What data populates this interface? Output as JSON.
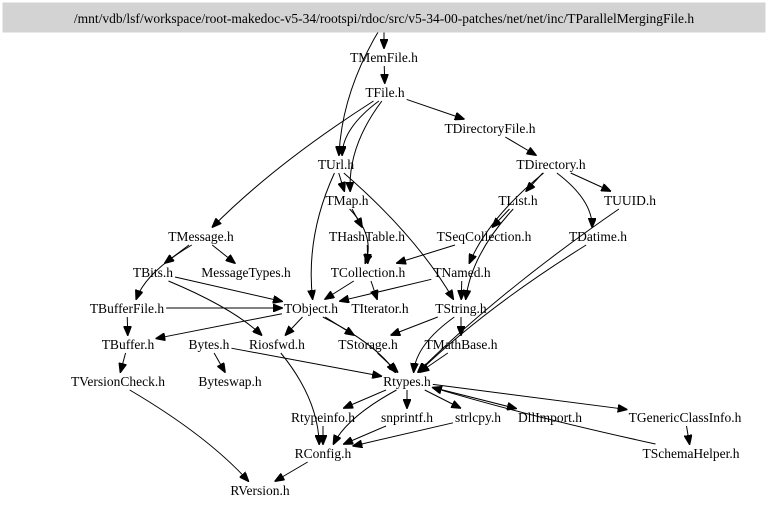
{
  "root": {
    "id": "root",
    "label": "/mnt/vdb/lsf/workspace/root-makedoc-v5-34/rootspi/rdoc/src/v5-34-00-patches/net/net/inc/TParallelMergingFile.h"
  },
  "nodes": [
    {
      "id": "TMemFile",
      "label": "TMemFile.h"
    },
    {
      "id": "TFile",
      "label": "TFile.h"
    },
    {
      "id": "TDirectoryFile",
      "label": "TDirectoryFile.h"
    },
    {
      "id": "TUrl",
      "label": "TUrl.h"
    },
    {
      "id": "TDirectory",
      "label": "TDirectory.h"
    },
    {
      "id": "TMap",
      "label": "TMap.h"
    },
    {
      "id": "TList",
      "label": "TList.h"
    },
    {
      "id": "TUUID",
      "label": "TUUID.h"
    },
    {
      "id": "TMessage",
      "label": "TMessage.h"
    },
    {
      "id": "THashTable",
      "label": "THashTable.h"
    },
    {
      "id": "TSeqCollection",
      "label": "TSeqCollection.h"
    },
    {
      "id": "TDatime",
      "label": "TDatime.h"
    },
    {
      "id": "TBits",
      "label": "TBits.h"
    },
    {
      "id": "MessageTypes",
      "label": "MessageTypes.h"
    },
    {
      "id": "TCollection",
      "label": "TCollection.h"
    },
    {
      "id": "TNamed",
      "label": "TNamed.h"
    },
    {
      "id": "TBufferFile",
      "label": "TBufferFile.h"
    },
    {
      "id": "TObject",
      "label": "TObject.h"
    },
    {
      "id": "TIterator",
      "label": "TIterator.h"
    },
    {
      "id": "TString",
      "label": "TString.h"
    },
    {
      "id": "TBuffer",
      "label": "TBuffer.h"
    },
    {
      "id": "Bytes",
      "label": "Bytes.h"
    },
    {
      "id": "Riosfwd",
      "label": "Riosfwd.h"
    },
    {
      "id": "TStorage",
      "label": "TStorage.h"
    },
    {
      "id": "TMathBase",
      "label": "TMathBase.h"
    },
    {
      "id": "TVersionCheck",
      "label": "TVersionCheck.h"
    },
    {
      "id": "Byteswap",
      "label": "Byteswap.h"
    },
    {
      "id": "Rtypes",
      "label": "Rtypes.h"
    },
    {
      "id": "Rtypeinfo",
      "label": "Rtypeinfo.h"
    },
    {
      "id": "snprintf",
      "label": "snprintf.h"
    },
    {
      "id": "strlcpy",
      "label": "strlcpy.h"
    },
    {
      "id": "DllImport",
      "label": "DllImport.h"
    },
    {
      "id": "TGenericClassInfo",
      "label": "TGenericClassInfo.h"
    },
    {
      "id": "RConfig",
      "label": "RConfig.h"
    },
    {
      "id": "TSchemaHelper",
      "label": "TSchemaHelper.h"
    },
    {
      "id": "RVersion",
      "label": "RVersion.h"
    }
  ],
  "edges": [
    [
      "root",
      "TMemFile"
    ],
    [
      "root",
      "TUrl"
    ],
    [
      "TMemFile",
      "TFile"
    ],
    [
      "TFile",
      "TDirectoryFile"
    ],
    [
      "TFile",
      "TUrl"
    ],
    [
      "TFile",
      "TMap"
    ],
    [
      "TFile",
      "TMessage"
    ],
    [
      "TDirectoryFile",
      "TDirectory"
    ],
    [
      "TDirectory",
      "TList"
    ],
    [
      "TDirectory",
      "TUUID"
    ],
    [
      "TDirectory",
      "TDatime"
    ],
    [
      "TDirectory",
      "TNamed"
    ],
    [
      "TUrl",
      "TMap"
    ],
    [
      "TUrl",
      "TObject"
    ],
    [
      "TUrl",
      "TString"
    ],
    [
      "TMap",
      "THashTable"
    ],
    [
      "TMap",
      "TCollection"
    ],
    [
      "TList",
      "TSeqCollection"
    ],
    [
      "TList",
      "TString"
    ],
    [
      "THashTable",
      "TCollection"
    ],
    [
      "TSeqCollection",
      "TCollection"
    ],
    [
      "TMessage",
      "TBits"
    ],
    [
      "TMessage",
      "MessageTypes"
    ],
    [
      "TMessage",
      "TBufferFile"
    ],
    [
      "TBits",
      "TObject"
    ],
    [
      "TBits",
      "Riosfwd"
    ],
    [
      "TCollection",
      "TObject"
    ],
    [
      "TCollection",
      "TIterator"
    ],
    [
      "TNamed",
      "TObject"
    ],
    [
      "TNamed",
      "TString"
    ],
    [
      "TBufferFile",
      "TBuffer"
    ],
    [
      "TBufferFile",
      "TObject"
    ],
    [
      "TObject",
      "TBuffer"
    ],
    [
      "TObject",
      "Riosfwd"
    ],
    [
      "TObject",
      "TStorage"
    ],
    [
      "TObject",
      "Rtypes"
    ],
    [
      "TString",
      "TMathBase"
    ],
    [
      "TString",
      "TStorage"
    ],
    [
      "TString",
      "Rtypes"
    ],
    [
      "TBuffer",
      "TVersionCheck"
    ],
    [
      "Bytes",
      "Byteswap"
    ],
    [
      "Bytes",
      "Rtypes"
    ],
    [
      "Riosfwd",
      "RConfig"
    ],
    [
      "TStorage",
      "Rtypes"
    ],
    [
      "TMathBase",
      "Rtypes"
    ],
    [
      "TDatime",
      "Rtypes"
    ],
    [
      "TUUID",
      "Rtypes"
    ],
    [
      "TVersionCheck",
      "RVersion"
    ],
    [
      "Rtypes",
      "RConfig"
    ],
    [
      "Rtypes",
      "Rtypeinfo"
    ],
    [
      "Rtypes",
      "snprintf"
    ],
    [
      "Rtypes",
      "strlcpy"
    ],
    [
      "Rtypes",
      "DllImport"
    ],
    [
      "Rtypes",
      "TGenericClassInfo"
    ],
    [
      "Rtypeinfo",
      "RConfig"
    ],
    [
      "snprintf",
      "RConfig"
    ],
    [
      "strlcpy",
      "RConfig"
    ],
    [
      "TGenericClassInfo",
      "TSchemaHelper"
    ],
    [
      "TSchemaHelper",
      "Rtypes"
    ],
    [
      "RConfig",
      "RVersion"
    ]
  ]
}
